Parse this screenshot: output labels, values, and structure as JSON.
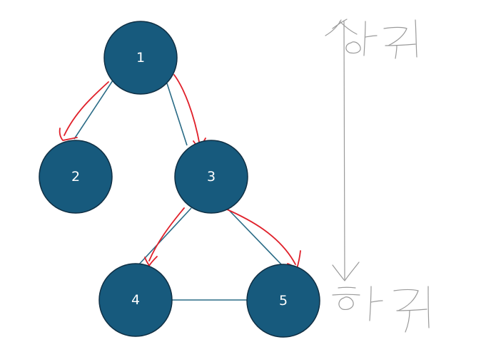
{
  "nodes": [
    {
      "id": "1",
      "label": "1"
    },
    {
      "id": "2",
      "label": "2"
    },
    {
      "id": "3",
      "label": "3"
    },
    {
      "id": "4",
      "label": "4"
    },
    {
      "id": "5",
      "label": "5"
    }
  ],
  "edges": [
    {
      "from": "1",
      "to": "2"
    },
    {
      "from": "1",
      "to": "3"
    },
    {
      "from": "3",
      "to": "4"
    },
    {
      "from": "3",
      "to": "5"
    },
    {
      "from": "4",
      "to": "5"
    }
  ],
  "traversal_arrows": [
    {
      "from": "1",
      "to": "2"
    },
    {
      "from": "1",
      "to": "3"
    },
    {
      "from": "3",
      "to": "4"
    },
    {
      "from": "3",
      "to": "5"
    }
  ],
  "annotation": {
    "top_label": "상위",
    "bottom_label": "하위"
  },
  "colors": {
    "node_fill": "#175a7d",
    "edge": "#2a6b86",
    "arrow": "#e0212b",
    "handwriting": "#9a9a9a"
  }
}
